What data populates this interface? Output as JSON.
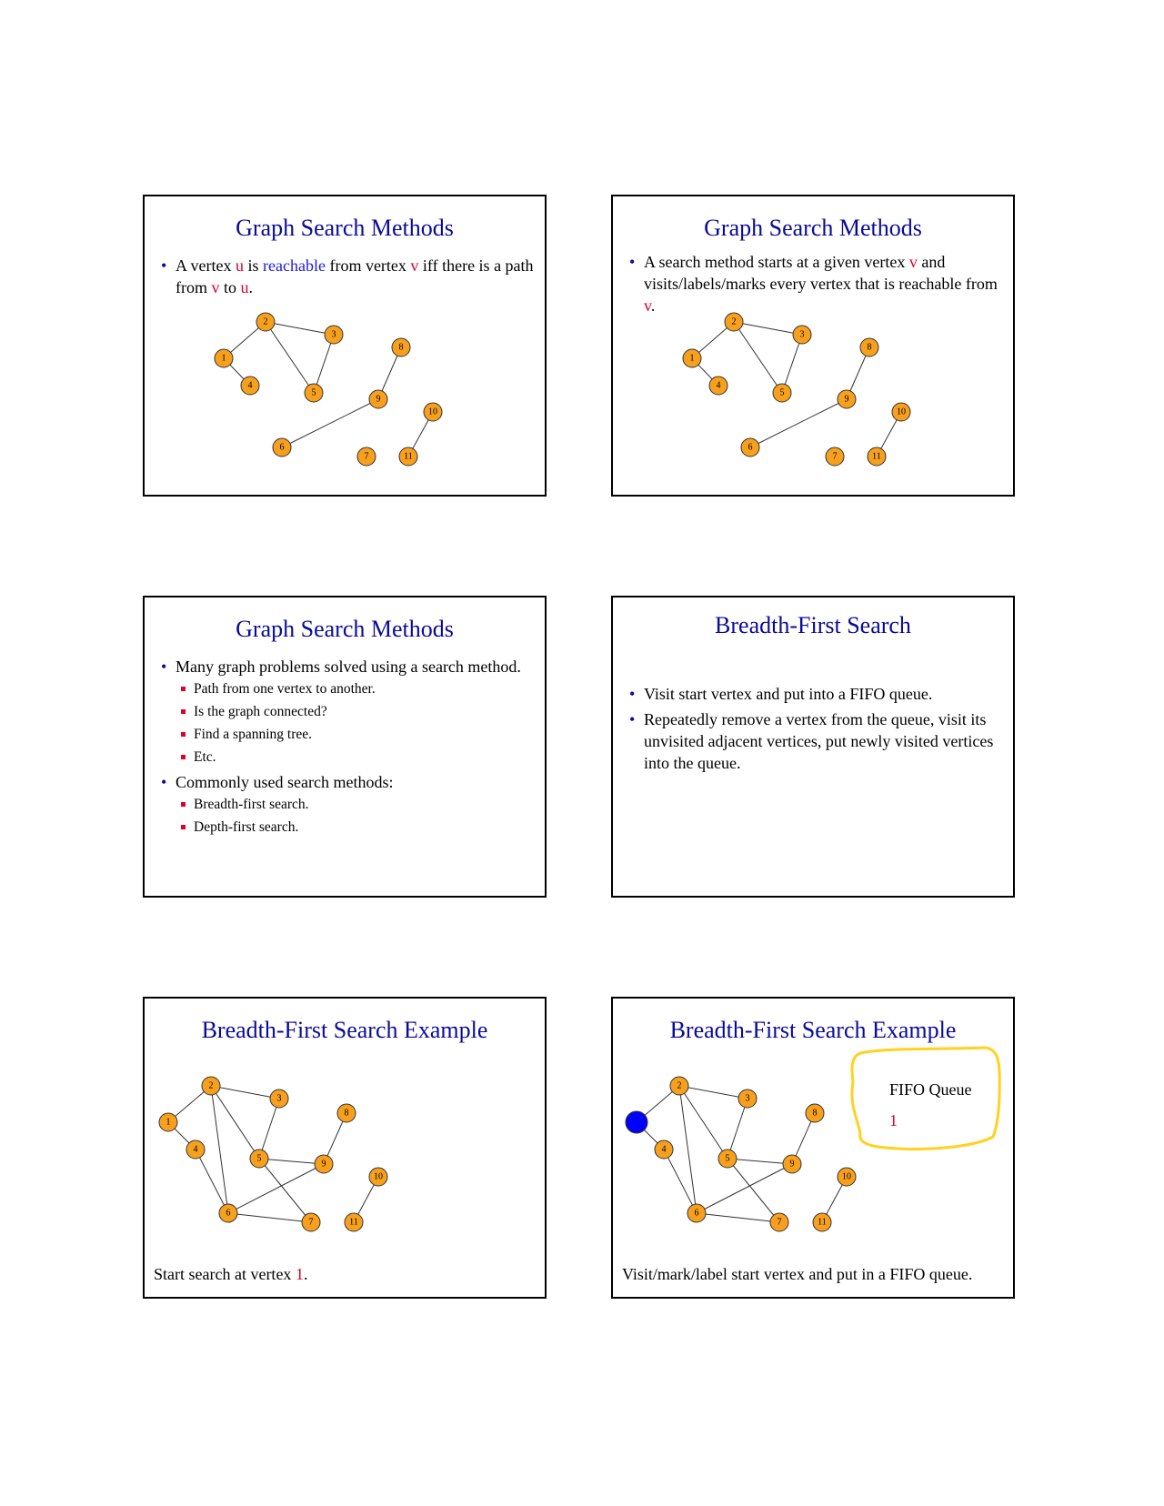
{
  "slides": [
    {
      "title": "Graph Search Methods",
      "bullet": {
        "p1": "A vertex ",
        "u": "u",
        "p2": " is ",
        "reachable": "reachable",
        "p3": " from vertex ",
        "v": "v",
        "p4": " iff there is a path from ",
        "v2": "v",
        "p5": " to ",
        "u2": "u",
        "p6": "."
      }
    },
    {
      "title": "Graph Search Methods",
      "bullet": {
        "p1": "A search method starts at a given vertex ",
        "v": "v",
        "p2": " and visits/labels/marks every vertex that is reachable from ",
        "v2": "v",
        "p3": "."
      }
    },
    {
      "title": "Graph Search Methods",
      "items": [
        {
          "level": 1,
          "text": "Many graph problems solved using a search method."
        },
        {
          "level": 2,
          "text": "Path from one vertex to another."
        },
        {
          "level": 2,
          "text": "Is the graph connected?"
        },
        {
          "level": 2,
          "text": "Find a spanning tree."
        },
        {
          "level": 2,
          "text": "Etc."
        },
        {
          "level": 1,
          "text": "Commonly used search methods:"
        },
        {
          "level": 2,
          "text": "Breadth-first search."
        },
        {
          "level": 2,
          "text": "Depth-first search."
        }
      ]
    },
    {
      "title": "Breadth-First Search",
      "items": [
        "Visit start vertex  and put into a FIFO queue.",
        "Repeatedly remove a vertex from the queue, visit its unvisited adjacent vertices, put newly visited vertices into the queue."
      ]
    },
    {
      "title": "Breadth-First Search Example",
      "caption": {
        "p1": "Start search at vertex ",
        "v": "1",
        "p2": "."
      }
    },
    {
      "title": "Breadth-First Search Example",
      "caption": "Visit/mark/label start vertex and put in a FIFO queue.",
      "queue_title": "FIFO Queue",
      "queue_items": [
        "1"
      ],
      "visited_vertex": "1"
    }
  ],
  "graph_small": {
    "nodes": [
      "1",
      "2",
      "3",
      "4",
      "5",
      "6",
      "7",
      "8",
      "9",
      "10",
      "11"
    ],
    "edges": [
      [
        "1",
        "2"
      ],
      [
        "1",
        "4"
      ],
      [
        "2",
        "3"
      ],
      [
        "2",
        "5"
      ],
      [
        "3",
        "5"
      ],
      [
        "8",
        "9"
      ],
      [
        "9",
        "6"
      ],
      [
        "10",
        "11"
      ]
    ]
  },
  "graph_full": {
    "nodes": [
      "1",
      "2",
      "3",
      "4",
      "5",
      "6",
      "7",
      "8",
      "9",
      "10",
      "11"
    ],
    "edges": [
      [
        "1",
        "2"
      ],
      [
        "1",
        "4"
      ],
      [
        "2",
        "3"
      ],
      [
        "2",
        "5"
      ],
      [
        "2",
        "6"
      ],
      [
        "3",
        "5"
      ],
      [
        "4",
        "6"
      ],
      [
        "5",
        "9"
      ],
      [
        "5",
        "7"
      ],
      [
        "6",
        "9"
      ],
      [
        "6",
        "7"
      ],
      [
        "8",
        "9"
      ],
      [
        "10",
        "11"
      ]
    ]
  },
  "colors": {
    "title": "#0a0a99",
    "highlight_red": "#e0002a",
    "highlight_blue": "#1a1ae6",
    "node_fill": "#f7a01e",
    "visited_fill": "#0000ff",
    "queue_outline": "#ffd21f"
  }
}
